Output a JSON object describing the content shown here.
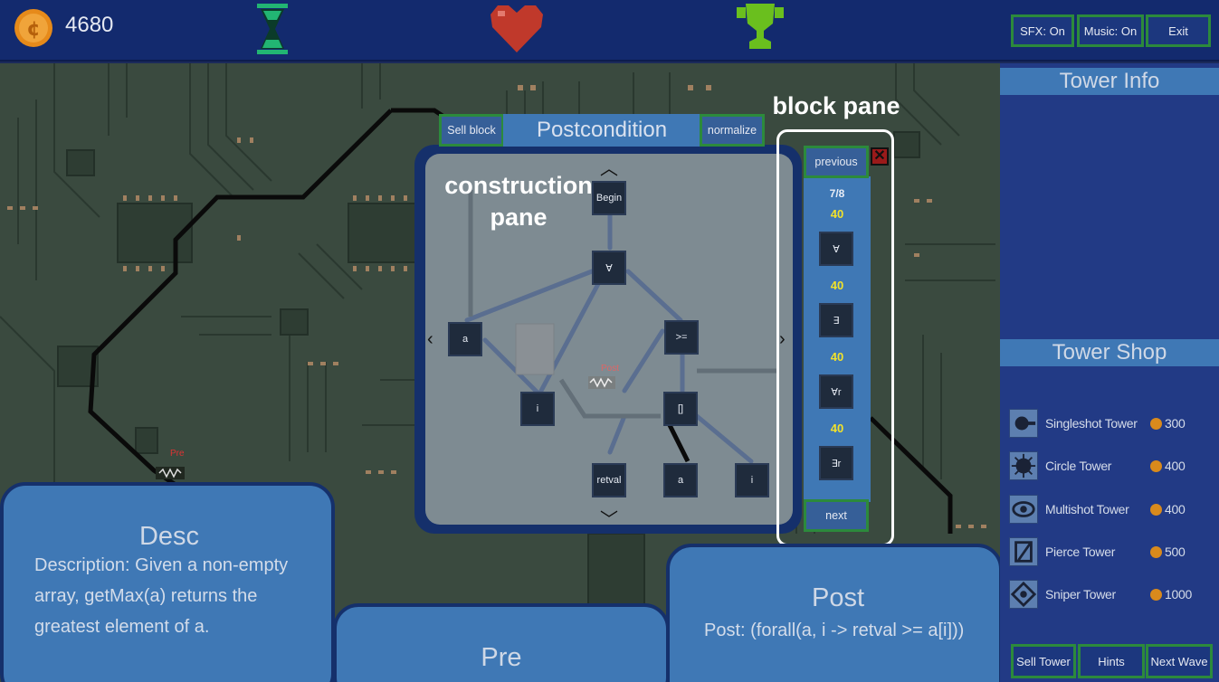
{
  "hud": {
    "coins": "4680",
    "sfx_label": "SFX: On",
    "music_label": "Music: On",
    "exit_label": "Exit",
    "colors": {
      "topbar": "#132a6e",
      "button_border": "#2c8a3c",
      "coin": "#e68a1a",
      "hourglass": "#22b573",
      "heart": "#c0392b",
      "trophy": "#6abf1e"
    }
  },
  "side": {
    "tower_info_title": "Tower Info",
    "tower_shop_title": "Tower Shop",
    "shop": [
      {
        "name": "Singleshot Tower",
        "price": "300",
        "icon": "singleshot-icon"
      },
      {
        "name": "Circle Tower",
        "price": "400",
        "icon": "circle-icon"
      },
      {
        "name": "Multishot Tower",
        "price": "400",
        "icon": "multishot-icon"
      },
      {
        "name": "Pierce Tower",
        "price": "500",
        "icon": "pierce-icon"
      },
      {
        "name": "Sniper Tower",
        "price": "1000",
        "icon": "sniper-icon"
      }
    ],
    "buttons": {
      "sell_tower": "Sell Tower",
      "hints": "Hints",
      "next_wave": "Next Wave"
    }
  },
  "editor": {
    "title": "Postcondition",
    "sell_block": "Sell block",
    "normalize": "normalize",
    "annotation_construction": "construction pane",
    "annotation_block": "block pane",
    "nodes": {
      "begin": "Begin",
      "forall": "∀",
      "a1": "a",
      "ge": ">=",
      "i1": "i",
      "index": "[]",
      "retval": "retval",
      "a2": "a",
      "i2": "i"
    },
    "board_labels": {
      "post": "Post",
      "pre": "Pre"
    }
  },
  "block_pane": {
    "previous": "previous",
    "next": "next",
    "page": "7/8",
    "blocks": [
      {
        "cost": "40",
        "symbol": "∀"
      },
      {
        "cost": "40",
        "symbol": "∃"
      },
      {
        "cost": "40",
        "symbol": "∀r"
      },
      {
        "cost": "40",
        "symbol": "∃r"
      }
    ]
  },
  "cards": {
    "desc_title": "Desc",
    "desc_text": "Description: Given a non-empty array, getMax(a) returns the greatest element of a.",
    "pre_title": "Pre",
    "post_title": "Post",
    "post_text": "Post: (forall(a, i -> retval >= a[i]))"
  }
}
